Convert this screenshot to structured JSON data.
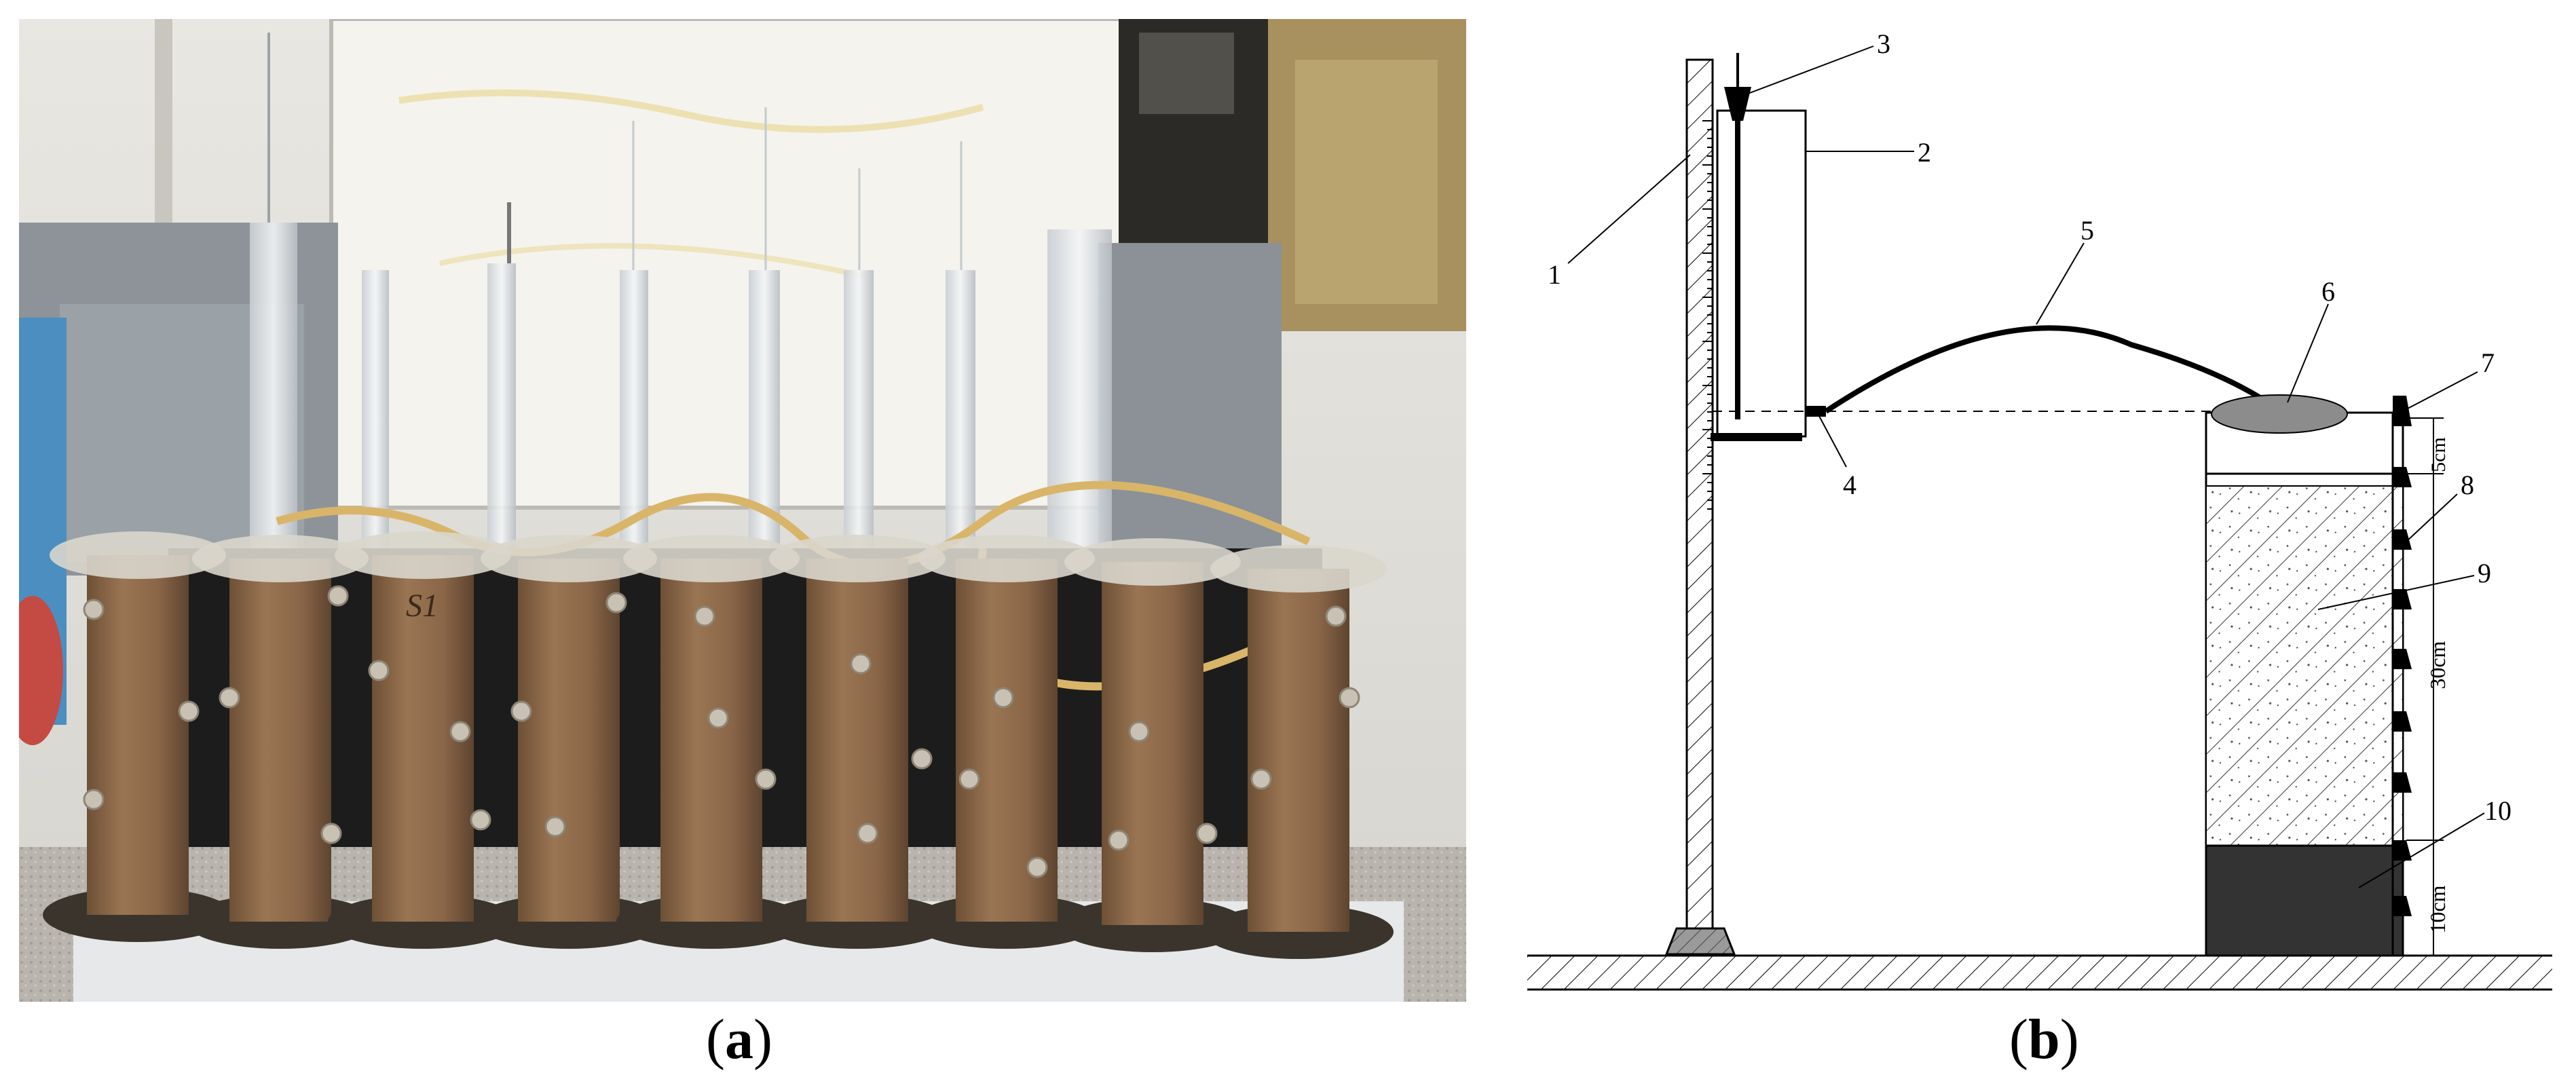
{
  "captions": {
    "a_open": "(",
    "a_letter": "a",
    "a_close": ")",
    "b_open": "(",
    "b_letter": "b",
    "b_close": ")"
  },
  "diagram": {
    "callouts": [
      "1",
      "2",
      "3",
      "4",
      "5",
      "6",
      "7",
      "8",
      "9",
      "10"
    ],
    "dimensions": {
      "top_gap": "5cm",
      "soil_layer": "30cm",
      "base_layer": "10cm"
    }
  },
  "photo": {
    "column_labels": [
      "S1"
    ]
  }
}
